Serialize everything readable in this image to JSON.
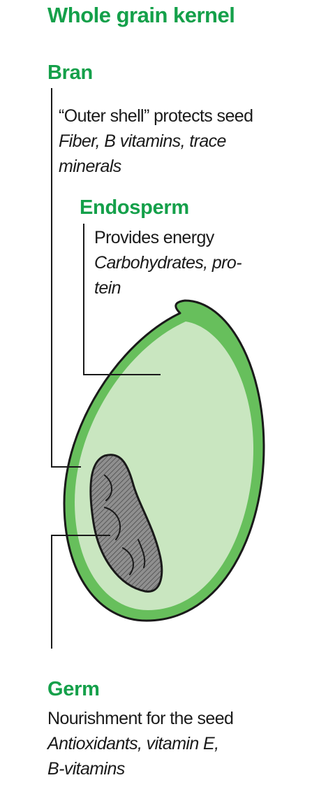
{
  "title": "Whole grain kernel",
  "bran": {
    "heading": "Bran",
    "description": "“Outer shell” protects seed",
    "nutrients_line1": "Fiber, B vitamins, trace",
    "nutrients_line2": "minerals"
  },
  "endosperm": {
    "heading": "Endosperm",
    "description": "Provides energy",
    "nutrients_line1": "Carbohydrates, pro-",
    "nutrients_line2": "tein"
  },
  "germ": {
    "heading": "Germ",
    "description": "Nourishment for the seed",
    "nutrients_line1": "Antioxidants, vitamin E,",
    "nutrients_line2": "B-vitamins"
  },
  "colors": {
    "heading_green": "#14a04a",
    "bran_green": "#67bf5c",
    "endosperm_fill": "#c9e6c0",
    "germ_fill": "#8a8a8a",
    "outline": "#1a1a1a"
  }
}
